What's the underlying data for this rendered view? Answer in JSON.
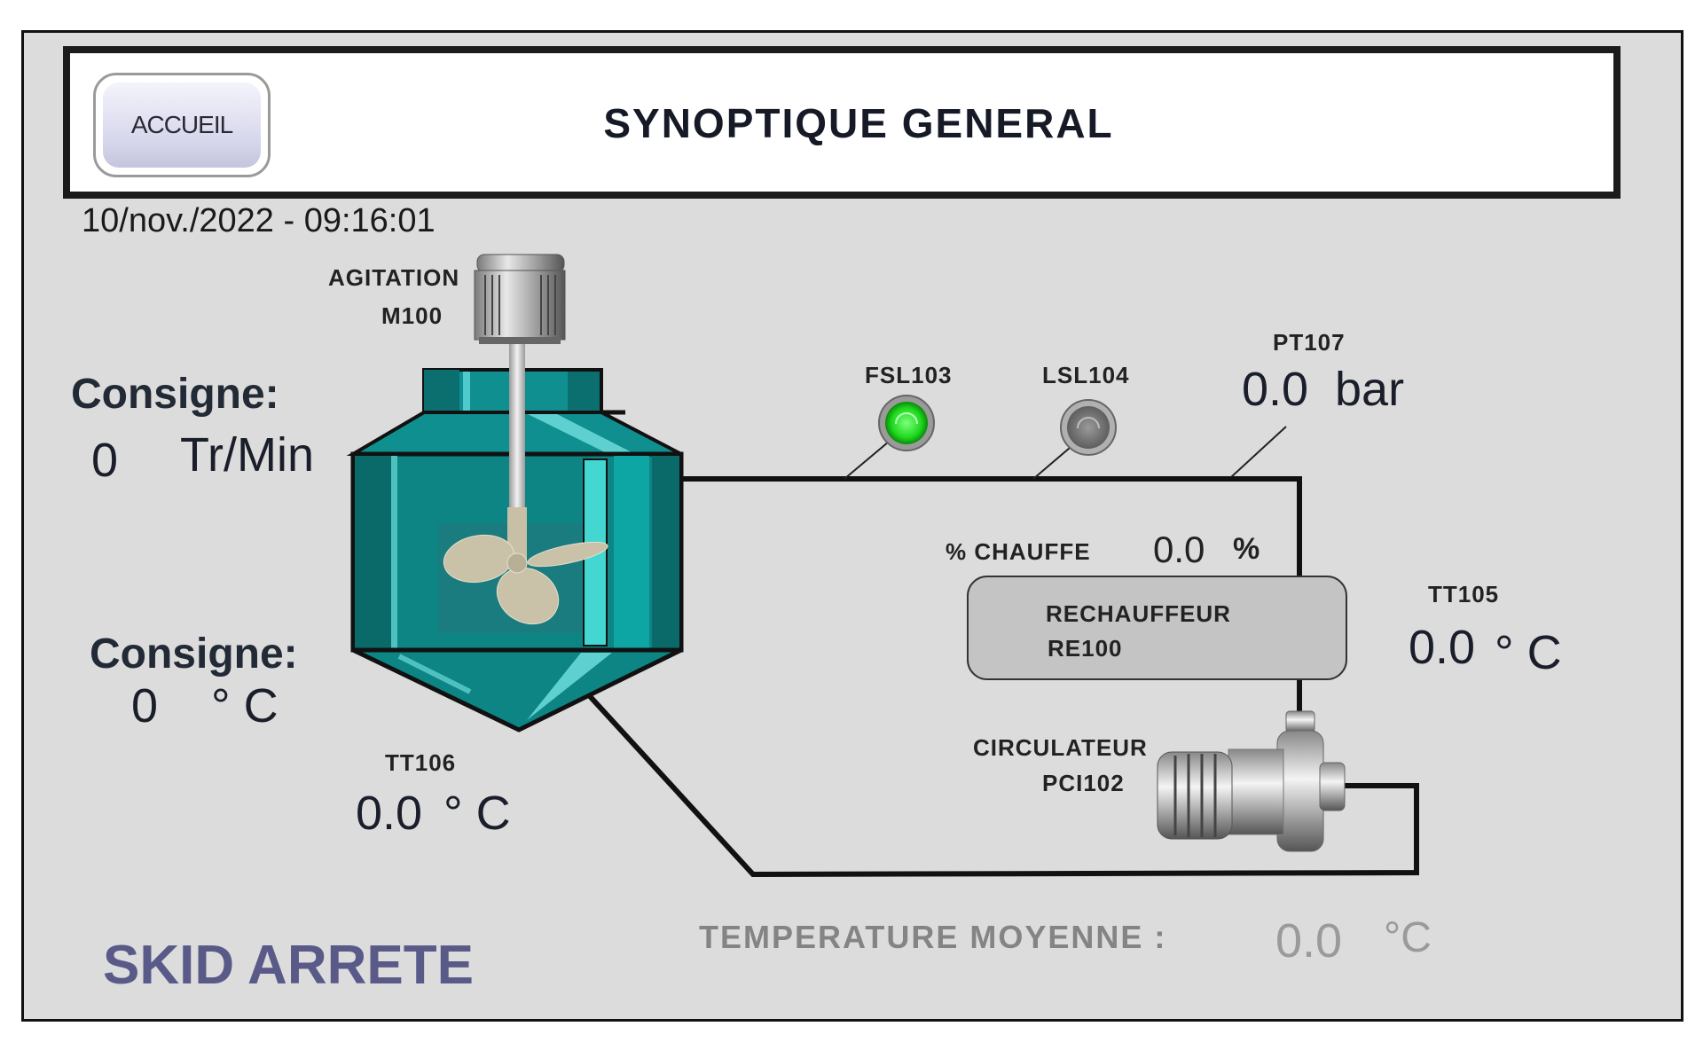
{
  "header": {
    "title": "SYNOPTIQUE GENERAL",
    "home_button": "ACCUEIL"
  },
  "datetime": "10/nov./2022 - 09:16:01",
  "agitation": {
    "label": "AGITATION",
    "tag": "M100"
  },
  "speed_setpoint": {
    "label": "Consigne:",
    "value": "0",
    "unit": "Tr/Min"
  },
  "temp_setpoint": {
    "label": "Consigne:",
    "value": "0",
    "unit": "° C"
  },
  "tt106": {
    "tag": "TT106",
    "value": "0.0",
    "unit": "° C"
  },
  "fsl103": {
    "tag": "FSL103",
    "state": "on",
    "color": "#22dd22"
  },
  "lsl104": {
    "tag": "LSL104",
    "state": "off",
    "color": "#808080"
  },
  "pt107": {
    "tag": "PT107",
    "value": "0.0",
    "unit": "bar"
  },
  "heating": {
    "label": "% CHAUFFE",
    "value": "0.0",
    "unit": "%"
  },
  "heater": {
    "name": "RECHAUFFEUR",
    "tag": "RE100"
  },
  "tt105": {
    "tag": "TT105",
    "value": "0.0",
    "unit": "° C"
  },
  "pump": {
    "name": "CIRCULATEUR",
    "tag": "PCI102"
  },
  "status": {
    "text": "SKID ARRETE",
    "color": "#5a5a88"
  },
  "avg_temp": {
    "label": "TEMPERATURE MOYENNE :",
    "value": "0.0",
    "unit": "°C"
  },
  "colors": {
    "tank": "#0e8a8a",
    "panel": "#dcdcdc"
  }
}
